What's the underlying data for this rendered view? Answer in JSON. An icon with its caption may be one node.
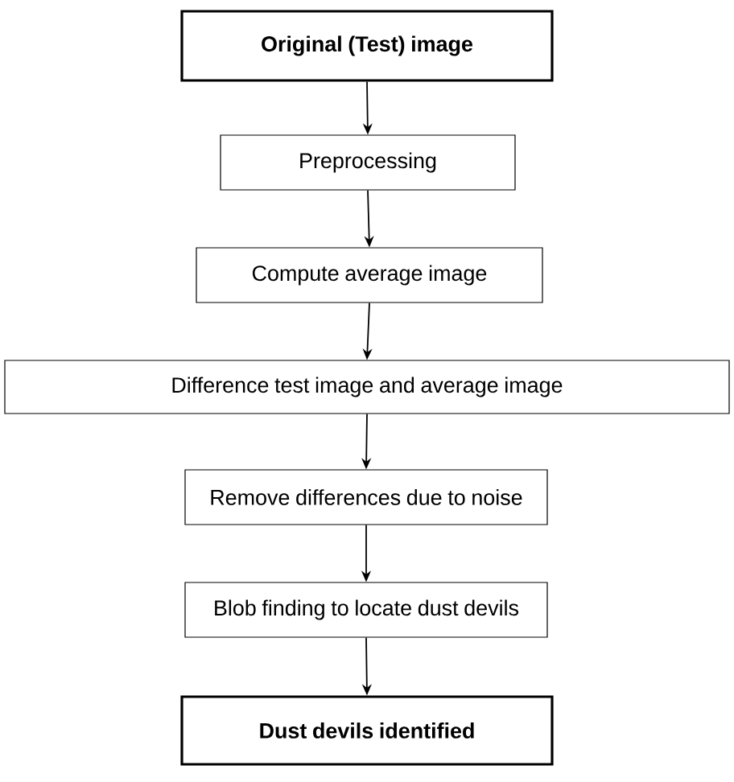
{
  "diagram": {
    "nodes": [
      {
        "text": [
          "Original (Test) image"
        ]
      },
      {
        "text": [
          "Preprocessing"
        ]
      },
      {
        "text": [
          "Compute average image"
        ]
      },
      {
        "text": [
          "Difference test image and average image"
        ]
      },
      {
        "text": [
          "Remove differences due to noise"
        ]
      },
      {
        "text": [
          "Blob finding to locate dust devils"
        ]
      },
      {
        "text": [
          "Dust devils identified"
        ]
      }
    ],
    "edges": [
      {
        "from": 0,
        "to": 1,
        "arrow": "to"
      },
      {
        "from": 1,
        "to": 2,
        "arrow": "to"
      },
      {
        "from": 2,
        "to": 3,
        "arrow": "to"
      },
      {
        "from": 3,
        "to": 4,
        "arrow": "to"
      },
      {
        "from": 4,
        "to": 5,
        "arrow": "to"
      },
      {
        "from": 5,
        "to": 6,
        "arrow": "to"
      }
    ]
  }
}
